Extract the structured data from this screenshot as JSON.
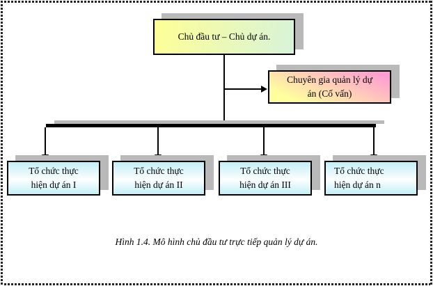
{
  "caption": "Hình 1.4. Mô hình chủ đầu tư trực tiếp quản lý dự án.",
  "nodes": {
    "owner": {
      "label": "Chủ đầu tư – Chủ dự án."
    },
    "advisor": {
      "lines": [
        "Chuyên gia quản lý dự",
        "án (Cố vấn)"
      ]
    },
    "units": [
      {
        "lines": [
          "Tổ chức thực",
          "hiện dự án I"
        ]
      },
      {
        "lines": [
          "Tổ chức thực",
          "hiện dự án II"
        ]
      },
      {
        "lines": [
          "Tổ chức thực",
          "hiện dự án III"
        ]
      },
      {
        "lines": [
          "Tổ chức thực",
          "hiện dự án n"
        ]
      }
    ]
  },
  "colors": {
    "owner_gradient_left": "#ffff96",
    "owner_gradient_right": "#d7f3d9",
    "advisor_gradient_top": "#ff9ed2",
    "advisor_gradient_bottom": "#ffff9e",
    "unit_gradient_edge": "#c4eef6",
    "unit_gradient_mid": "#fdffff",
    "shadow": "#b9b9b9",
    "line": "#000000"
  }
}
